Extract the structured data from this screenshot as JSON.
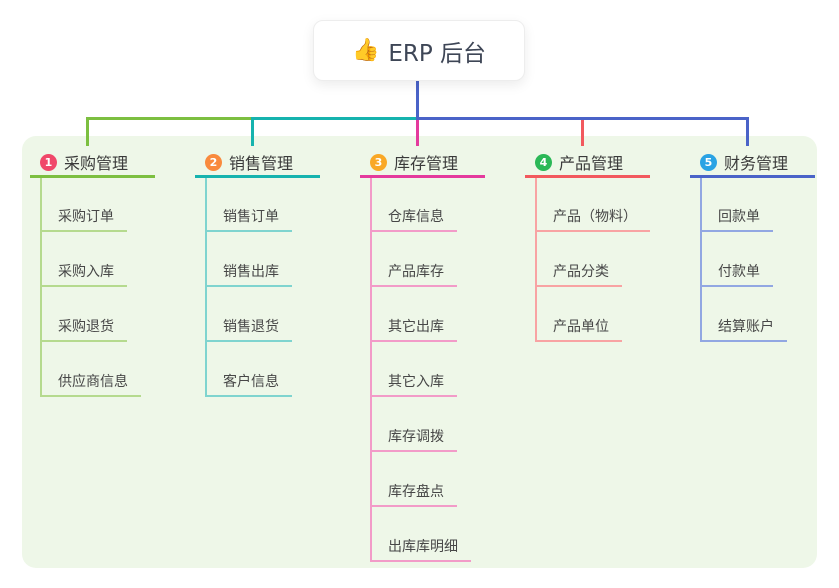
{
  "root": {
    "icon": "👍",
    "icon_name": "thumbs-up-icon",
    "label": "ERP 后台"
  },
  "panel_color": "#eef7e8",
  "root_connector_color": "#4a63c8",
  "branches": [
    {
      "num": "1",
      "label": "采购管理",
      "badge_color": "#f0486a",
      "line_color": "#7cbf40",
      "light_color": "#b5da8e",
      "children": [
        "采购订单",
        "采购入库",
        "采购退货",
        "供应商信息"
      ]
    },
    {
      "num": "2",
      "label": "销售管理",
      "badge_color": "#f98a3d",
      "line_color": "#16b3ae",
      "light_color": "#7fd4cf",
      "children": [
        "销售订单",
        "销售出库",
        "销售退货",
        "客户信息"
      ]
    },
    {
      "num": "3",
      "label": "库存管理",
      "badge_color": "#f9a826",
      "line_color": "#e43a9d",
      "light_color": "#f29bc8",
      "children": [
        "仓库信息",
        "产品库存",
        "其它出库",
        "其它入库",
        "库存调拨",
        "库存盘点",
        "出库库明细"
      ]
    },
    {
      "num": "4",
      "label": "产品管理",
      "badge_color": "#2bb857",
      "line_color": "#f2595e",
      "light_color": "#f8a3a3",
      "children": [
        "产品（物料）",
        "产品分类",
        "产品单位"
      ]
    },
    {
      "num": "5",
      "label": "财务管理",
      "badge_color": "#2aa3e4",
      "line_color": "#4a63c8",
      "light_color": "#92a7e2",
      "children": [
        "回款单",
        "付款单",
        "结算账户"
      ]
    }
  ]
}
